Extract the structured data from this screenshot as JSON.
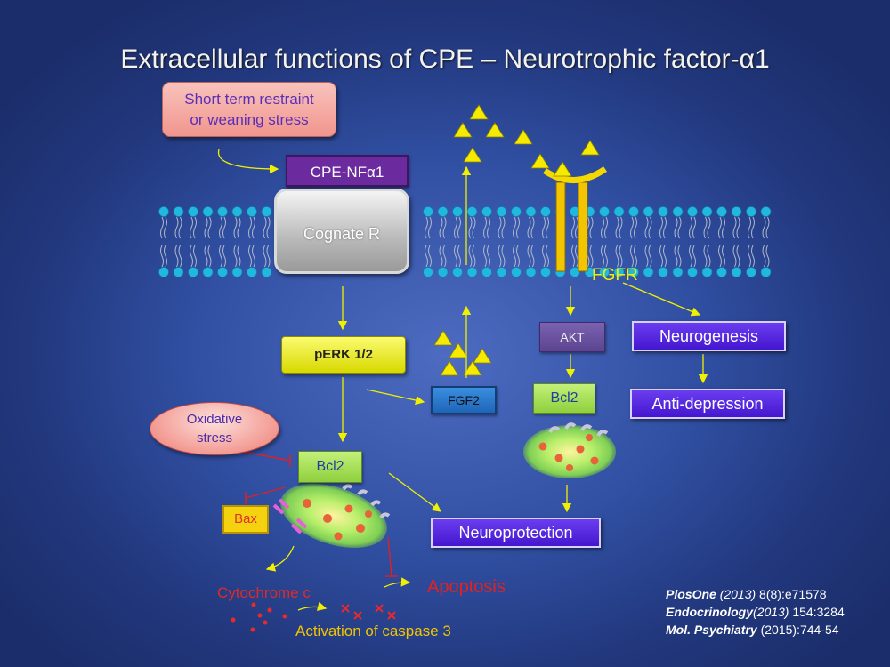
{
  "slide": {
    "title": "Extracellular functions of CPE – Neurotrophic factor-α1"
  },
  "nodes": {
    "stress_line1": "Short term restraint",
    "stress_line2": "or weaning stress",
    "cpe_nfa1": "CPE-NFα1",
    "cognate_r": "Cognate R",
    "perk": "pERK 1/2",
    "fgf2": "FGF2",
    "fgfr": "FGFR",
    "akt": "AKT",
    "bcl2_right": "Bcl2",
    "bcl2_left": "Bcl2",
    "neurogenesis": "Neurogenesis",
    "anti_depression": "Anti-depression",
    "oxidative_line1": "Oxidative",
    "oxidative_line2": "stress",
    "bax": "Bax",
    "neuroprotection": "Neuroprotection",
    "cytochrome_c": "Cytochrome c",
    "apoptosis": "Apoptosis",
    "caspase": "Activation of caspase 3"
  },
  "references": [
    {
      "journal": "PlosOne",
      "year": "(2013)",
      "citation": " 8(8):e71578"
    },
    {
      "journal": "Endocrinology",
      "year": "(2013)",
      "citation": " 154:3284"
    },
    {
      "journal": "Mol. Psychiatry",
      "year": "",
      "citation": " (2015):744-54"
    }
  ],
  "colors": {
    "background": "#3150a3",
    "arrow": "#f0f000",
    "ligand": "#f5e800",
    "membrane_head": "#22b7de",
    "inhibition": "#e02020"
  }
}
